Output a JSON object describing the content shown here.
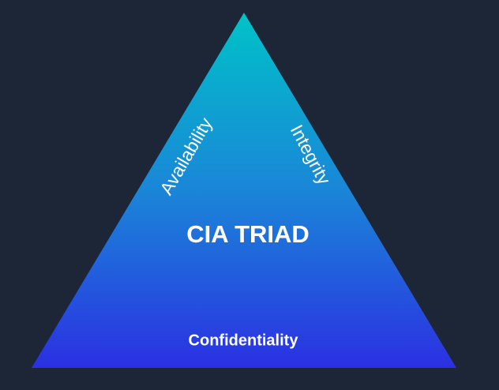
{
  "title": "CIA TRIAD",
  "labels": {
    "availability": "Availability",
    "integrity": "Integrity",
    "confidentiality": "Confidentiality"
  },
  "colors": {
    "background": "#1c2636",
    "gradient_top": "#00c2c8",
    "gradient_mid": "#1a88d8",
    "gradient_bottom": "#2b30e2",
    "text": "#ffffff"
  }
}
